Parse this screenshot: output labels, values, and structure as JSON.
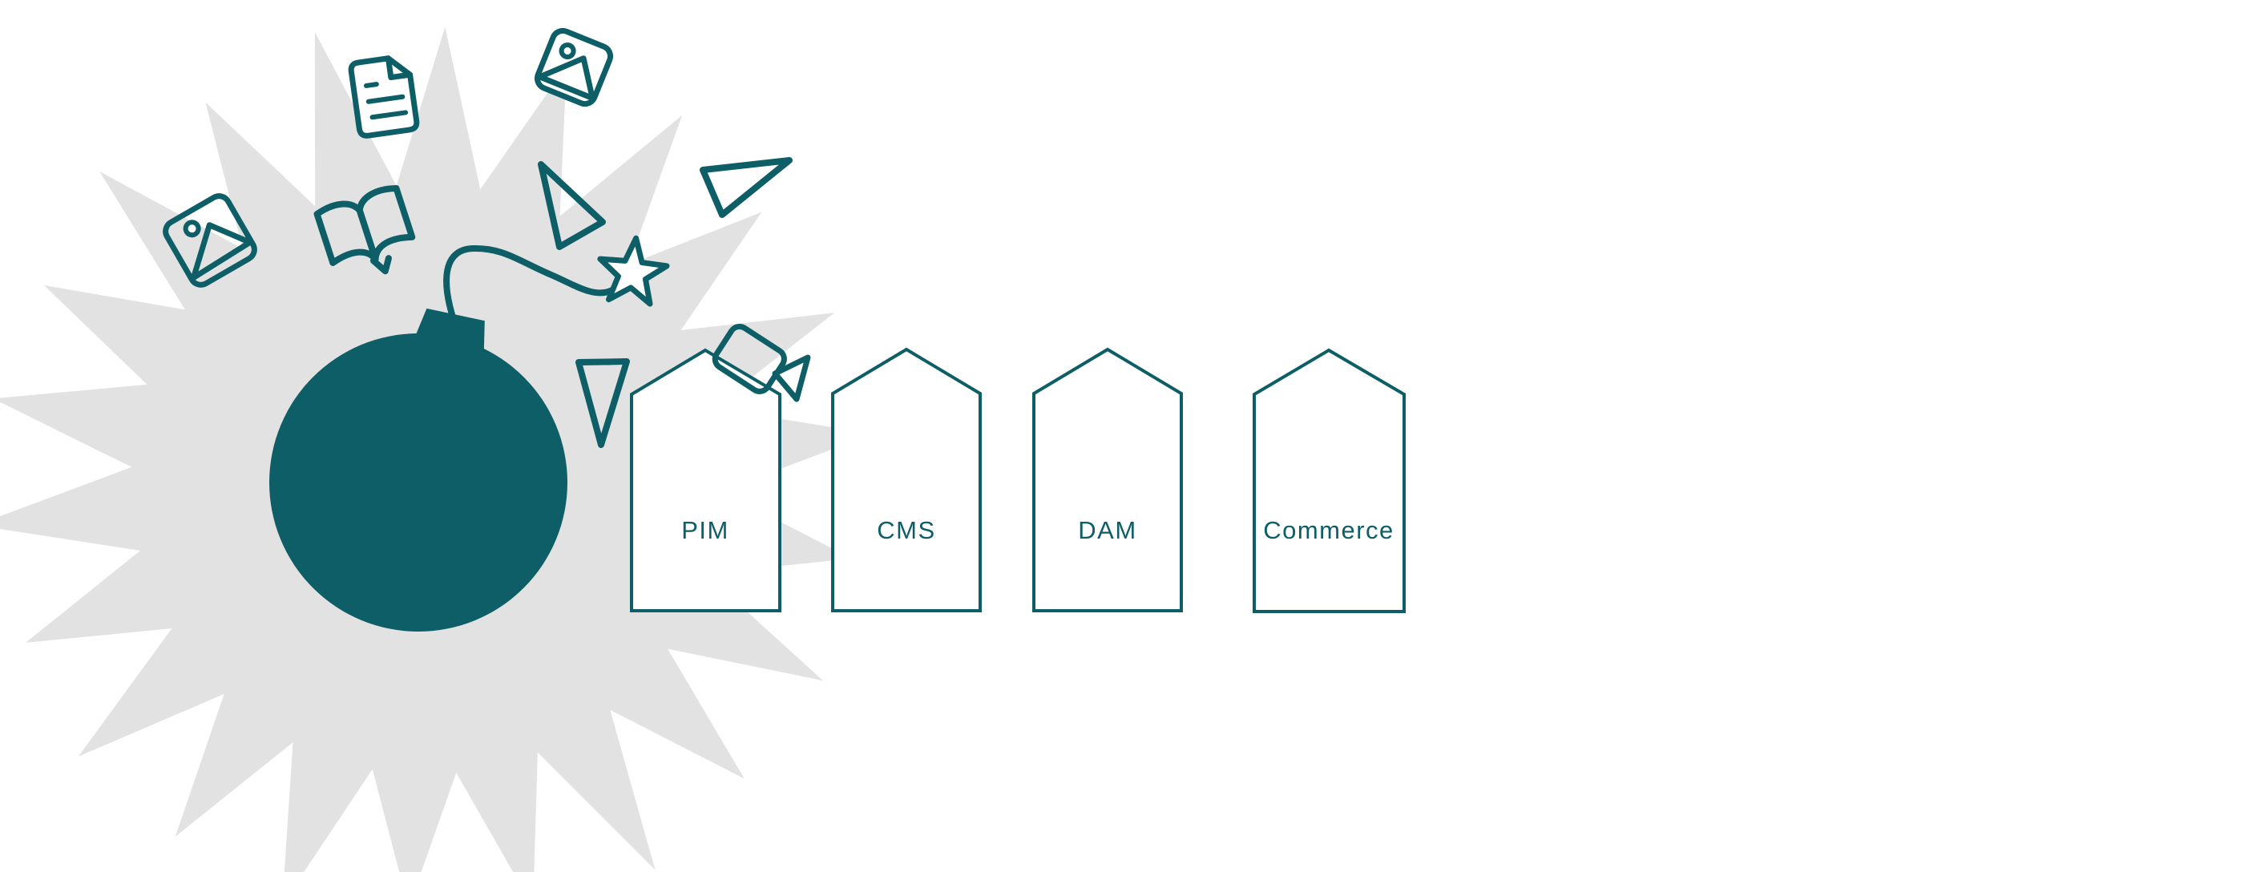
{
  "illustration": {
    "alt": "Bomb exploding in a gray starburst scattering content icons beside four system pillars",
    "colors": {
      "teal": "#0d5e66",
      "gray": "#e2e2e2",
      "white": "#ffffff",
      "background": "#ffffff"
    },
    "pillars": [
      {
        "label": "PIM"
      },
      {
        "label": "CMS"
      },
      {
        "label": "DAM"
      },
      {
        "label": "Commerce"
      }
    ],
    "icons": [
      "starburst-shape",
      "bomb-icon",
      "fuse-line",
      "spark-star-icon",
      "document-icon",
      "image-icon",
      "image-icon",
      "book-icon",
      "triangle-icon",
      "triangle-icon",
      "triangle-icon",
      "video-camera-icon"
    ]
  }
}
